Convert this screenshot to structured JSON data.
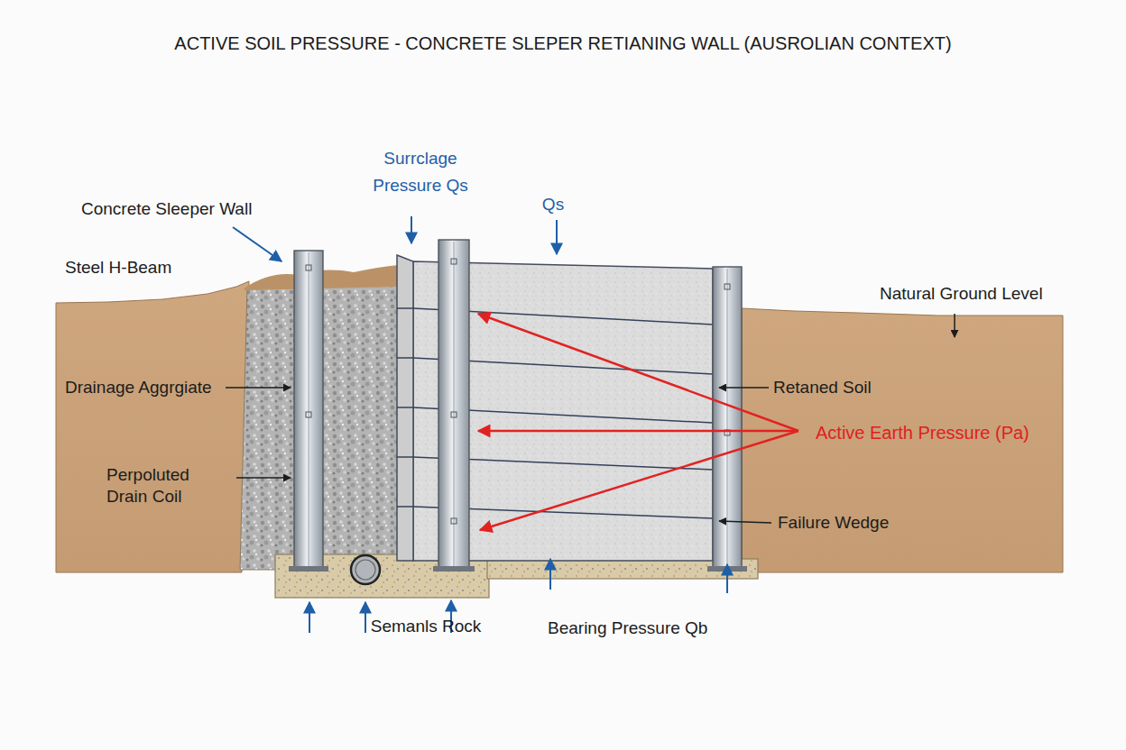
{
  "diagram": {
    "title": "ACTIVE SOIL PRESSURE - CONCRETE SLEPER RETIANING WALL (AUSROLIAN CONTEXT)",
    "labels": [
      "Concrete Sleeper Wall",
      "Surrclage Pressure Qs",
      "Qs",
      "Steel H-Beam",
      "Natural Ground Level",
      "Drainage Aggrgiate",
      "Retaned Soil",
      "Active Earth Pressure (Pa)",
      "Perpoluted Drain Coil",
      "Failure Wedge",
      "Semanls Rock",
      "Bearing Pressure Qb"
    ]
  }
}
